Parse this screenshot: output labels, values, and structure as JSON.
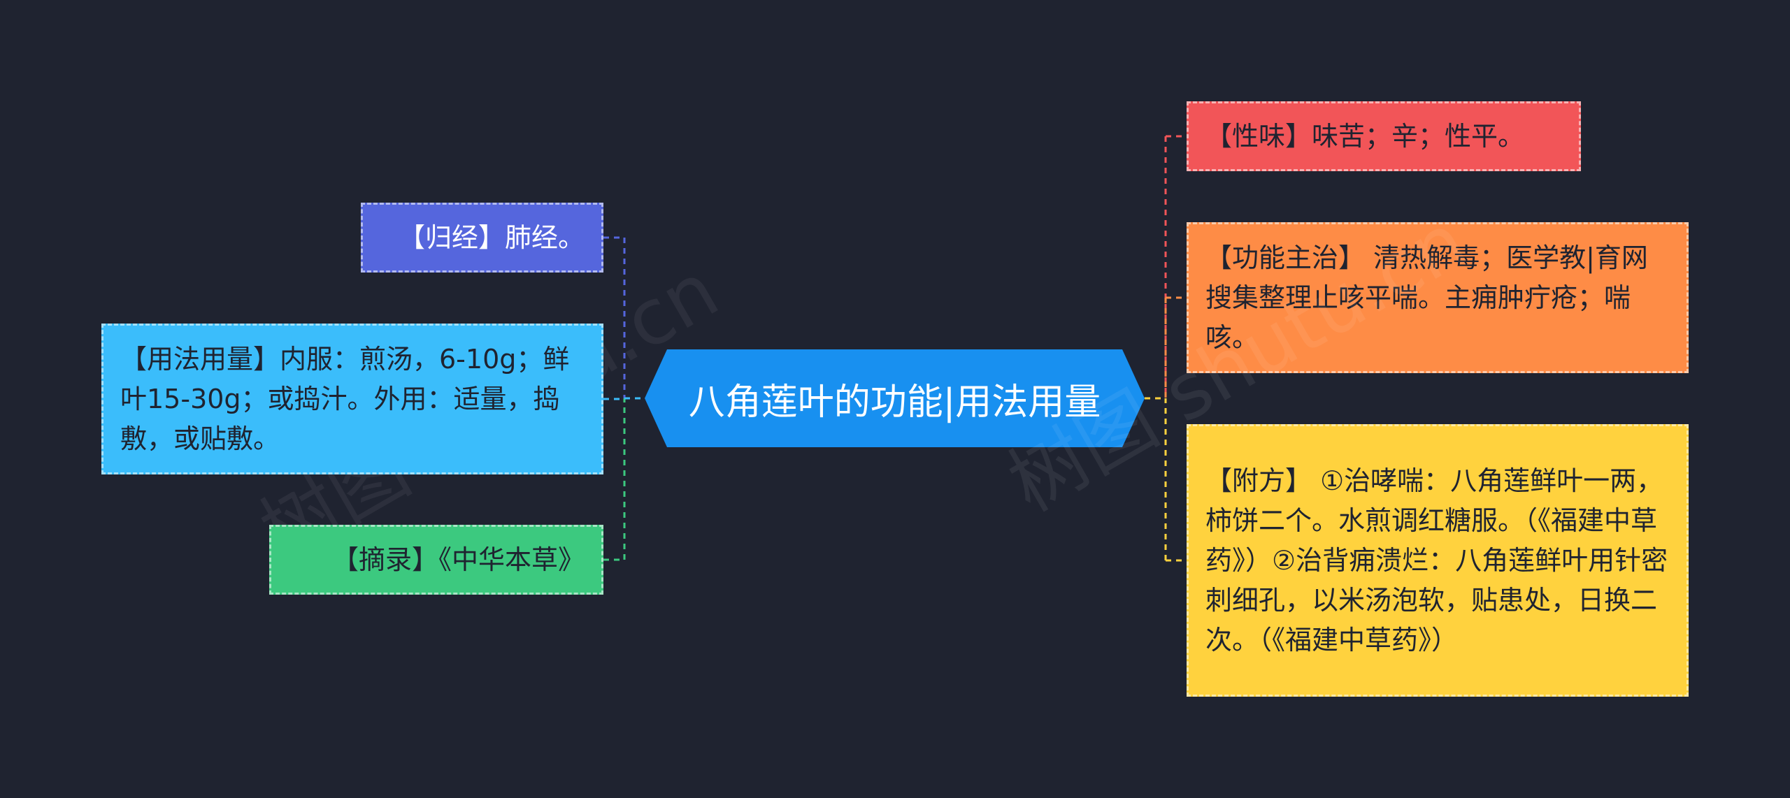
{
  "center": {
    "label": "八角莲叶的功能|用法用量",
    "color": "#1890f0"
  },
  "left_nodes": [
    {
      "id": "guijing",
      "label": "【归经】肺经。",
      "color": "#5566dd"
    },
    {
      "id": "yongfa",
      "label": "【用法用量】内服：煎汤，6-10g；鲜叶15-30g；或捣汁。外用：适量，捣敷，或贴敷。",
      "color": "#3bbdfb"
    },
    {
      "id": "zhailu",
      "label": "【摘录】《中华本草》",
      "color": "#3cc97f"
    }
  ],
  "right_nodes": [
    {
      "id": "xingwei",
      "label": "【性味】味苦；辛；性平。",
      "color": "#f25558"
    },
    {
      "id": "gongneng",
      "label": "【功能主治】 清热解毒；医学教|育网搜集整理止咳平喘。主痈肿疔疮；喘咳。",
      "color": "#fe8c46"
    },
    {
      "id": "fufang",
      "label": "【附方】 ①治哮喘：八角莲鲜叶一两，柿饼二个。水煎调红糖服。（《福建中草药》）②治背痈溃烂：八角莲鲜叶用针密刺细孔，以米汤泡软，贴患处，日换二次。（《福建中草药》）",
      "color": "#ffd23e"
    }
  ],
  "watermark": "树图 shutu.cn"
}
